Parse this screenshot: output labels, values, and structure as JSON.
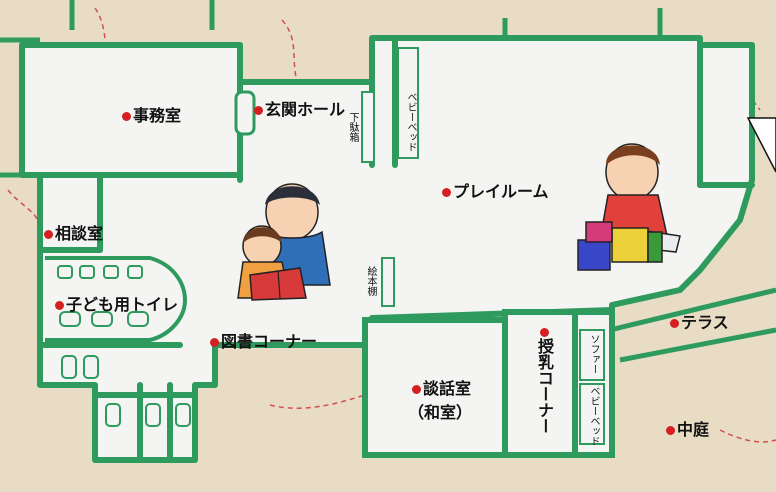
{
  "labels": {
    "office": "事務室",
    "entrance": "玄関ホール",
    "shoe_box": "下駄箱",
    "baby_bed_top": "ベビーベッド",
    "playroom": "プレイルーム",
    "consult": "相談室",
    "picture_shelf": "絵本棚",
    "kids_toilet": "子ども用トイレ",
    "library": "図書コーナー",
    "terrace": "テラス",
    "nursing": "授乳コーナー",
    "sofa": "ソファー",
    "baby_bed_bottom": "ベビーベッド",
    "talk_room": "談話室",
    "japanese_room": "（和室）",
    "courtyard": "中庭"
  },
  "colors": {
    "wall": "#2e9a5e",
    "floor": "#f4f5f2",
    "ground": "#e8dcc4",
    "marker": "#d42020",
    "path": "#d05050"
  },
  "icons": [
    "kids-reading-illustration",
    "child-playing-blocks-illustration",
    "callout-arrow"
  ]
}
